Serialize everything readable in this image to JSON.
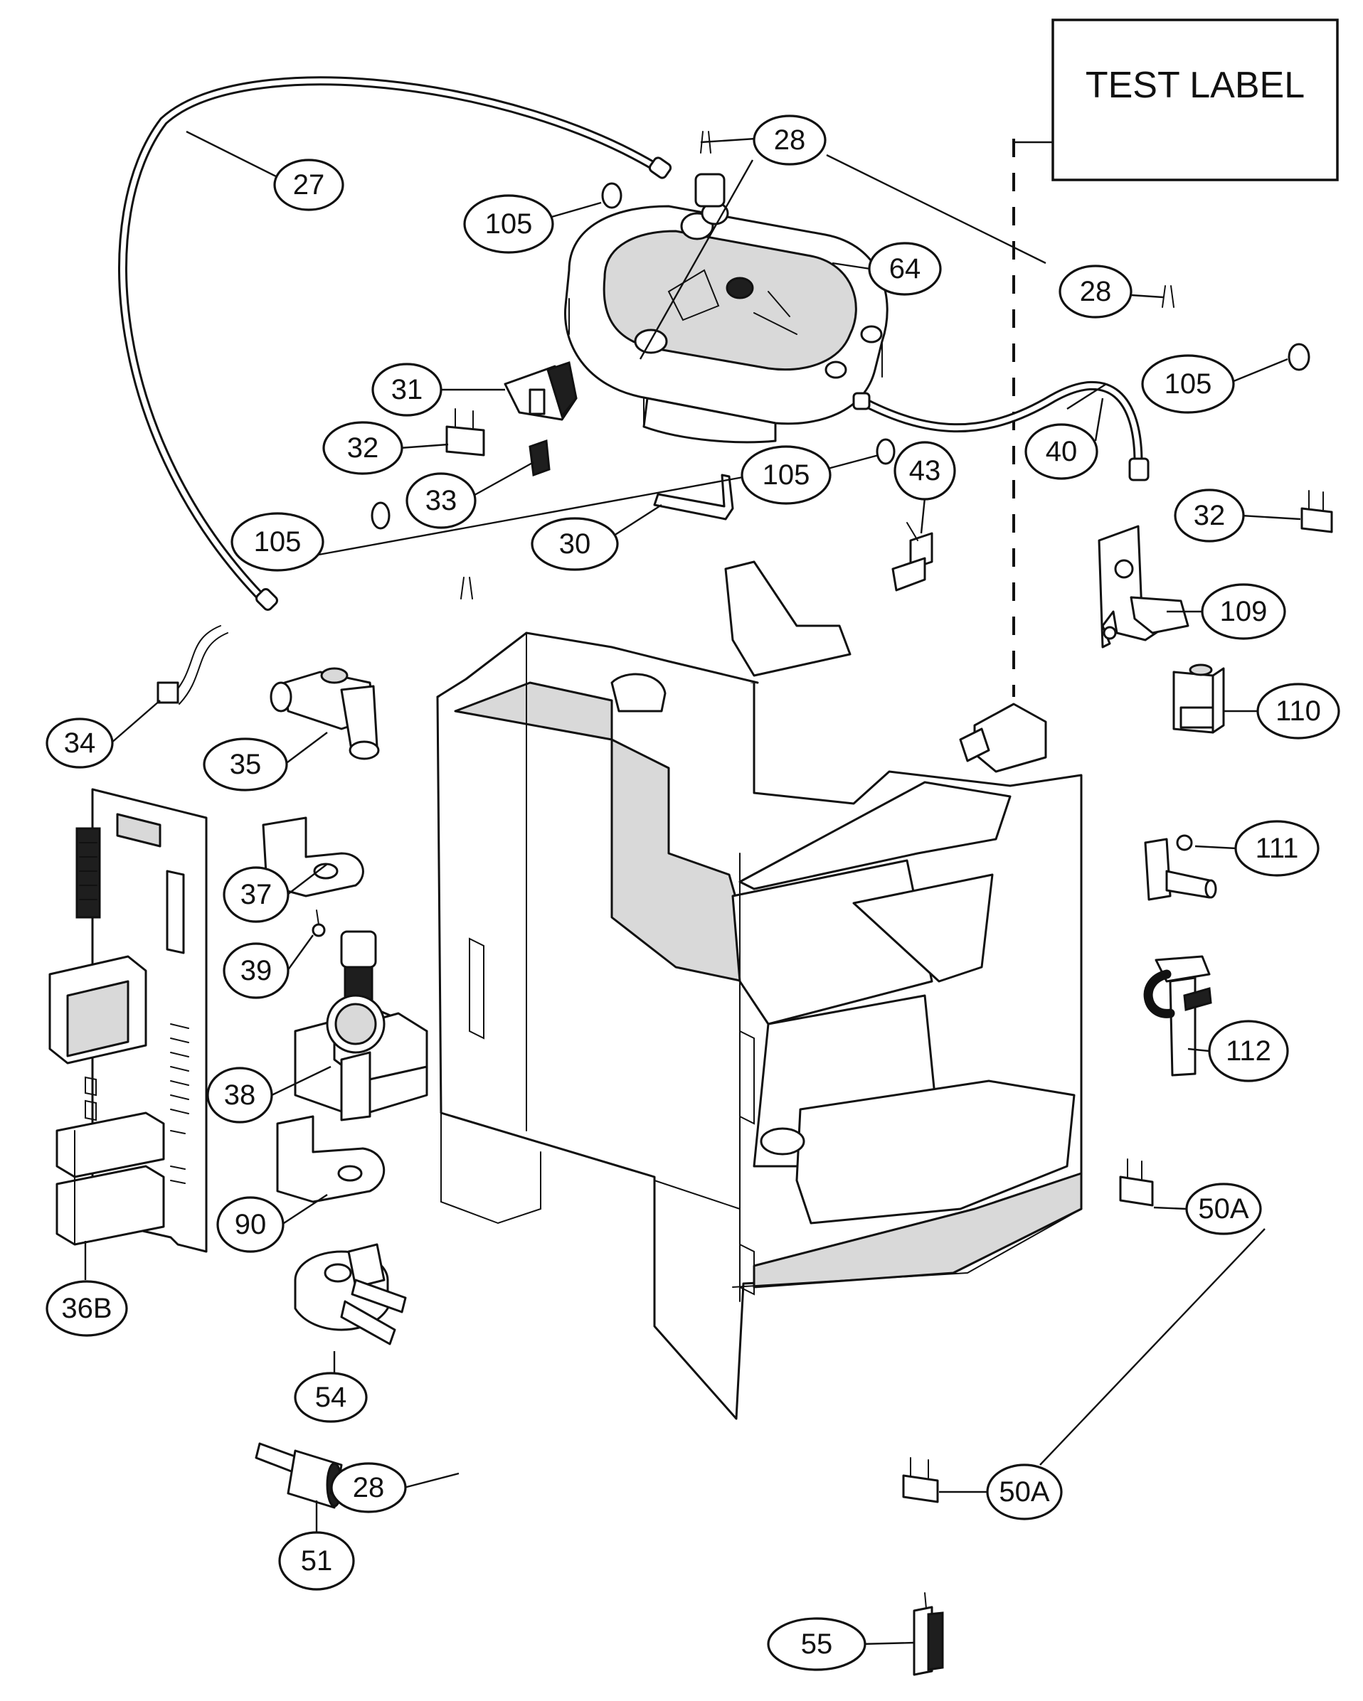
{
  "test_label": "TEST LABEL",
  "callouts": [
    {
      "id": "c27",
      "text": "27"
    },
    {
      "id": "c28a",
      "text": "28"
    },
    {
      "id": "c28b",
      "text": "28"
    },
    {
      "id": "c28c",
      "text": "28"
    },
    {
      "id": "c105a",
      "text": "105"
    },
    {
      "id": "c105b",
      "text": "105"
    },
    {
      "id": "c105c",
      "text": "105"
    },
    {
      "id": "c105d",
      "text": "105"
    },
    {
      "id": "c64",
      "text": "64"
    },
    {
      "id": "c31",
      "text": "31"
    },
    {
      "id": "c32a",
      "text": "32"
    },
    {
      "id": "c32b",
      "text": "32"
    },
    {
      "id": "c33",
      "text": "33"
    },
    {
      "id": "c30",
      "text": "30"
    },
    {
      "id": "c40",
      "text": "40"
    },
    {
      "id": "c43",
      "text": "43"
    },
    {
      "id": "c109",
      "text": "109"
    },
    {
      "id": "c110",
      "text": "110"
    },
    {
      "id": "c111",
      "text": "111"
    },
    {
      "id": "c112",
      "text": "112"
    },
    {
      "id": "c34",
      "text": "34"
    },
    {
      "id": "c35",
      "text": "35"
    },
    {
      "id": "c37",
      "text": "37"
    },
    {
      "id": "c39",
      "text": "39"
    },
    {
      "id": "c38",
      "text": "38"
    },
    {
      "id": "c90",
      "text": "90"
    },
    {
      "id": "c36B",
      "text": "36B"
    },
    {
      "id": "c54",
      "text": "54"
    },
    {
      "id": "c51",
      "text": "51"
    },
    {
      "id": "c50Aa",
      "text": "50A"
    },
    {
      "id": "c50Ab",
      "text": "50A"
    },
    {
      "id": "c55",
      "text": "55"
    }
  ]
}
